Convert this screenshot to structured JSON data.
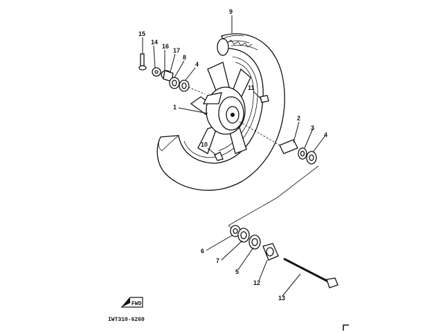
{
  "diagram": {
    "callouts": [
      "15",
      "14",
      "16",
      "17",
      "8",
      "4",
      "9",
      "1",
      "11",
      "10",
      "2",
      "3",
      "4",
      "6",
      "7",
      "5",
      "12",
      "13"
    ],
    "caption": "IWT310-6260",
    "fwd_label": "FWD"
  }
}
